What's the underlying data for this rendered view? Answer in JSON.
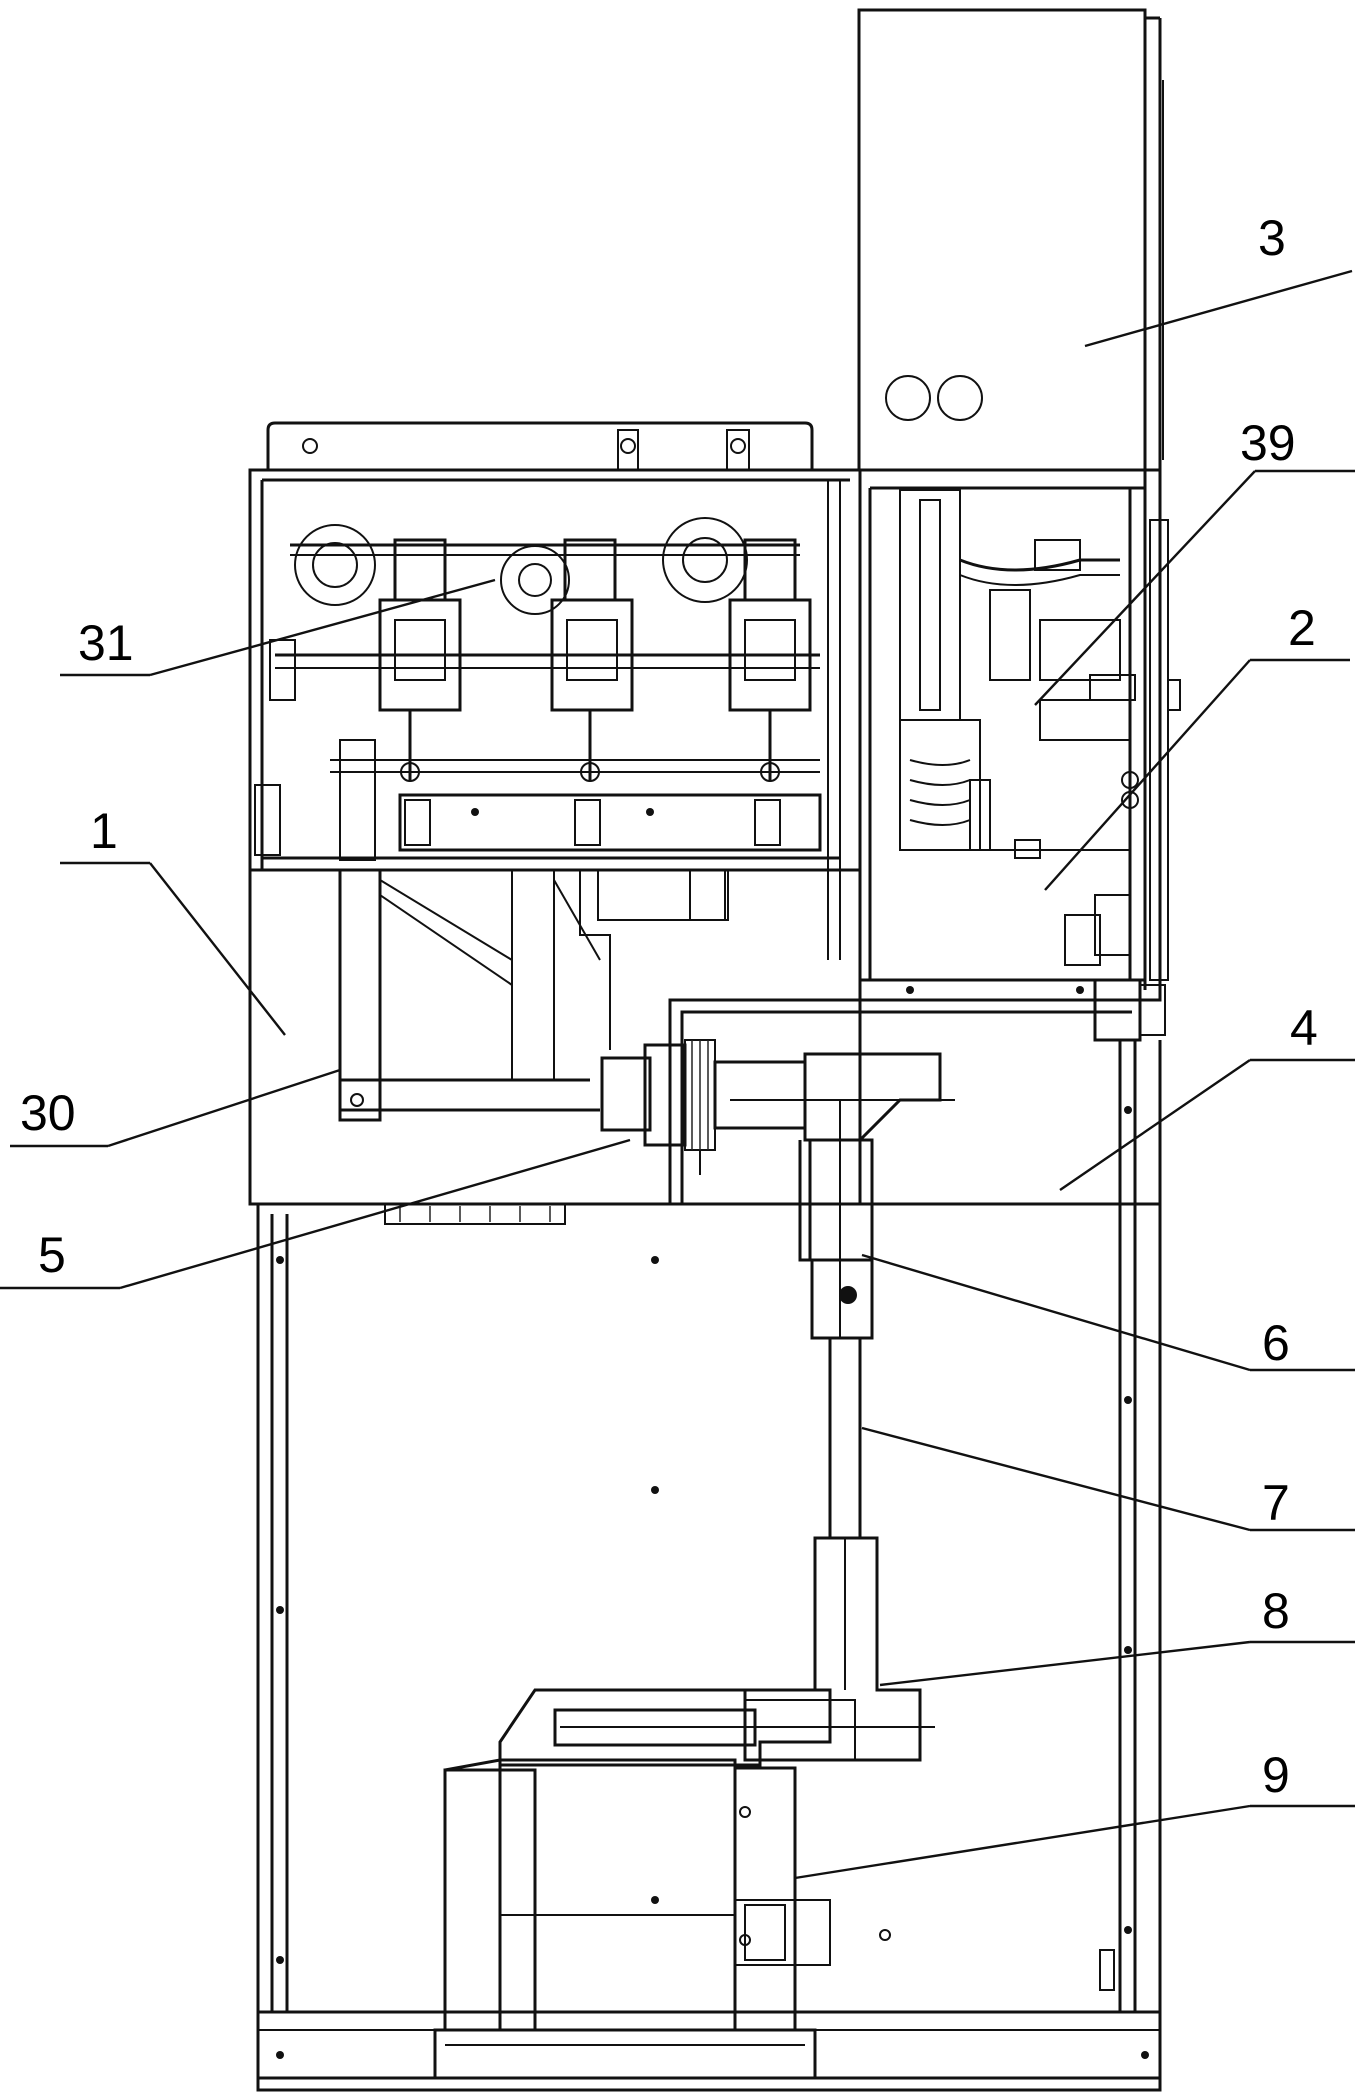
{
  "callouts": [
    {
      "id": "c3",
      "text": "3"
    },
    {
      "id": "c39",
      "text": "39"
    },
    {
      "id": "c2",
      "text": "2"
    },
    {
      "id": "c31",
      "text": "31"
    },
    {
      "id": "c1",
      "text": "1"
    },
    {
      "id": "c4",
      "text": "4"
    },
    {
      "id": "c30",
      "text": "30"
    },
    {
      "id": "c5",
      "text": "5"
    },
    {
      "id": "c6",
      "text": "6"
    },
    {
      "id": "c7",
      "text": "7"
    },
    {
      "id": "c8",
      "text": "8"
    },
    {
      "id": "c9",
      "text": "9"
    }
  ]
}
